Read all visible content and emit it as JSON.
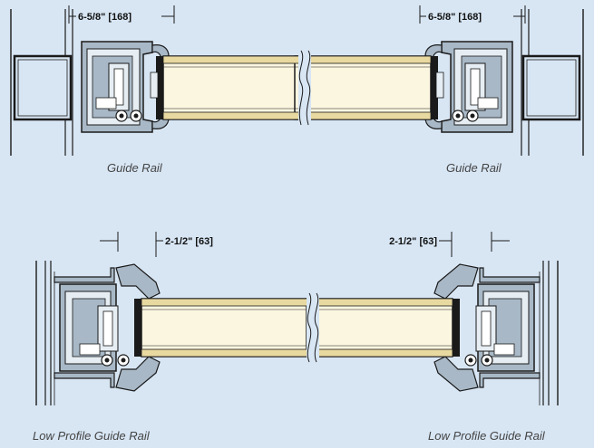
{
  "top_dimension_left": "6-5/8\" [168]",
  "top_dimension_right": "6-5/8\" [168]",
  "top_caption_left": "Guide Rail",
  "top_caption_right": "Guide Rail",
  "bottom_dimension_left": "2-1/2\" [63]",
  "bottom_dimension_right": "2-1/2\" [63]",
  "bottom_caption_left": "Low Profile Guide Rail",
  "bottom_caption_right": "Low Profile Guide Rail",
  "colors": {
    "background": "#d8e6f4",
    "panel_core": "#fbf6e0",
    "panel_edge": "#e8d9a0",
    "rail_fill": "#a8b8c6",
    "rail_light": "#e6eef4",
    "line": "#1a1a1a"
  }
}
